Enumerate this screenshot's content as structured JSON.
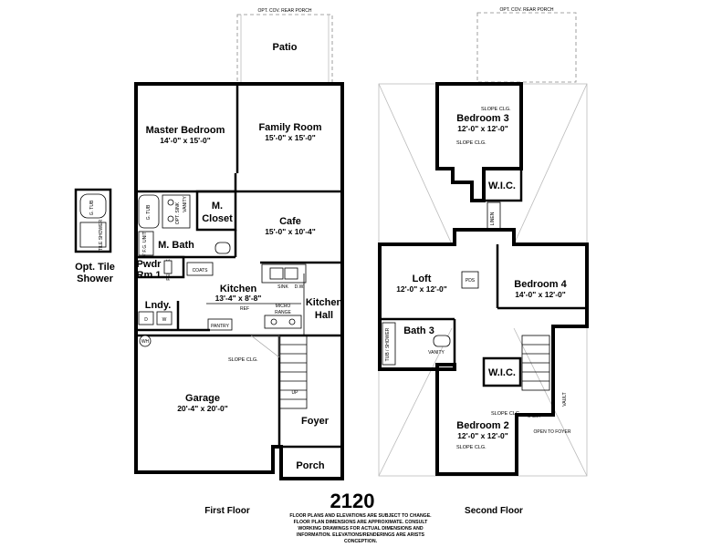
{
  "plan_number": "2120",
  "disclaimer": [
    "FLOOR PLANS AND ELEVATIONS ARE SUBJECT TO CHANGE.",
    "FLOOR PLAN DIMENSIONS ARE APPROXIMATE. CONSULT",
    "WORKING DRAWINGS FOR ACTUAL DIMENSIONS AND",
    "INFORMATION. ELEVATIONS/RENDERINGS ARE ARISTS",
    "CONCEPTION."
  ],
  "first_floor": {
    "label": "First Floor",
    "porch_note": "OPT. COV. REAR PORCH",
    "rooms": {
      "patio": "Patio",
      "master_bedroom": {
        "name": "Master Bedroom",
        "dims": "14'-0\" x 15'-0\""
      },
      "family_room": {
        "name": "Family Room",
        "dims": "15'-0\" x 15'-0\""
      },
      "m_closet_1": "M.",
      "m_closet_2": "Closet",
      "cafe": {
        "name": "Cafe",
        "dims": "15'-0\" x 10'-4\""
      },
      "m_bath": "M. Bath",
      "pwdr_1": "Pwdr",
      "pwdr_2": "Rm 1",
      "kitchen": {
        "name": "Kitchen",
        "dims": "13'-4\" x 8'-8\""
      },
      "kitchen_hall_1": "Kitchen",
      "kitchen_hall_2": "Hall",
      "lndy": "Lndy.",
      "garage": {
        "name": "Garage",
        "dims": "20'-4\" x 20'-0\""
      },
      "foyer": "Foyer",
      "porch": "Porch"
    },
    "fixture_labels": {
      "g_tub": "G. TUB",
      "opt_sink": "OPT. SINK",
      "vanity": "VANITY",
      "sink": "SINK",
      "dw": "D.W.",
      "coats": "COATS",
      "ped_sink": "PED SINK",
      "ref": "REF",
      "micro": "MICRO",
      "range": "RANGE",
      "pantry": "PANTRY",
      "d": "D",
      "w": "W",
      "wh": "WH",
      "slope_clg": "SLOPE CLG.",
      "up": "UP",
      "tile_shower": "4' F.G. UNIT"
    }
  },
  "opt_tile_shower": {
    "label_1": "Opt. Tile",
    "label_2": "Shower",
    "g_tub": "G. TUB",
    "tile": "TILE SHOWER"
  },
  "second_floor": {
    "label": "Second Floor",
    "porch_note": "OPT. COV. REAR PORCH",
    "rooms": {
      "bedroom3": {
        "name": "Bedroom 3",
        "dims": "12'-0\" x 12'-0\""
      },
      "wic_top": "W.I.C.",
      "loft": {
        "name": "Loft",
        "dims": "12'-0\" x 12'-0\""
      },
      "bedroom4": {
        "name": "Bedroom 4",
        "dims": "14'-0\" x 12'-0\""
      },
      "bath3": "Bath 3",
      "wic_bottom": "W.I.C.",
      "bedroom2": {
        "name": "Bedroom 2",
        "dims": "12'-0\" x 12'-0\""
      }
    },
    "fixture_labels": {
      "slope_clg": "SLOPE CLG.",
      "linen": "LINEN",
      "pds": "PDS",
      "vanity": "VANITY",
      "tub_shower": "TUB / SHOWER",
      "vault": "VAULT",
      "open_to_foyer": "OPEN TO FOYER"
    }
  }
}
